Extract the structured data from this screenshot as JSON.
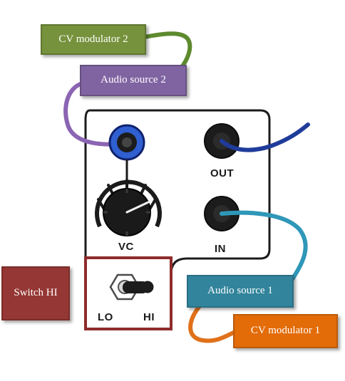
{
  "labels": {
    "cv_modulator_2": "CV modulator 2",
    "audio_source_2": "Audio source 2",
    "switch_hi": "Switch HI",
    "audio_source_1": "Audio source 1",
    "cv_modulator_1": "CV modulator 1"
  },
  "panel": {
    "out": "OUT",
    "vc": "VC",
    "in": "IN",
    "lo": "LO",
    "hi": "HI"
  },
  "colors": {
    "cv_modulator_2": "#76923c",
    "audio_source_2": "#8064a2",
    "switch_hi": "#953734",
    "audio_source_1": "#31849b",
    "cv_modulator_1": "#e36c09",
    "vc_jack_ring": "#2f5fd0",
    "out_cable": "#1f3c9a"
  },
  "switch": {
    "position": "HI"
  }
}
